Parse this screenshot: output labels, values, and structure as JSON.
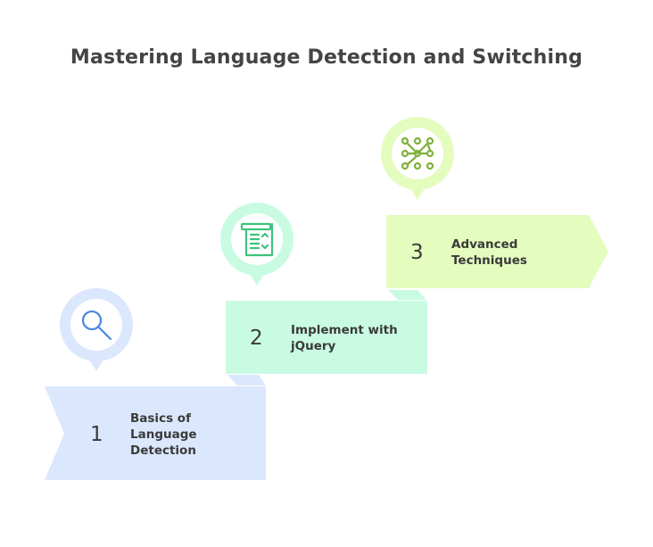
{
  "title": "Mastering Language Detection and Switching",
  "colors": {
    "step1_fill": "#dbe7fc",
    "step1_icon": "#4a86e0",
    "step2_fill": "#c9fbe3",
    "step2_icon": "#3cc37c",
    "step3_fill": "#e4fcbd",
    "step3_icon": "#7db13a",
    "text": "#3a3a3a"
  },
  "steps": [
    {
      "number": "1",
      "label": "Basics of Language Detection",
      "label_lines": [
        "Basics of",
        "Language",
        "Detection"
      ],
      "icon": "magnifier-icon"
    },
    {
      "number": "2",
      "label": "Implement with jQuery",
      "label_lines": [
        "Implement with",
        "jQuery"
      ],
      "icon": "scroll-list-icon"
    },
    {
      "number": "3",
      "label": "Advanced Techniques",
      "label_lines": [
        "Advanced",
        "Techniques"
      ],
      "icon": "network-nodes-icon"
    }
  ]
}
